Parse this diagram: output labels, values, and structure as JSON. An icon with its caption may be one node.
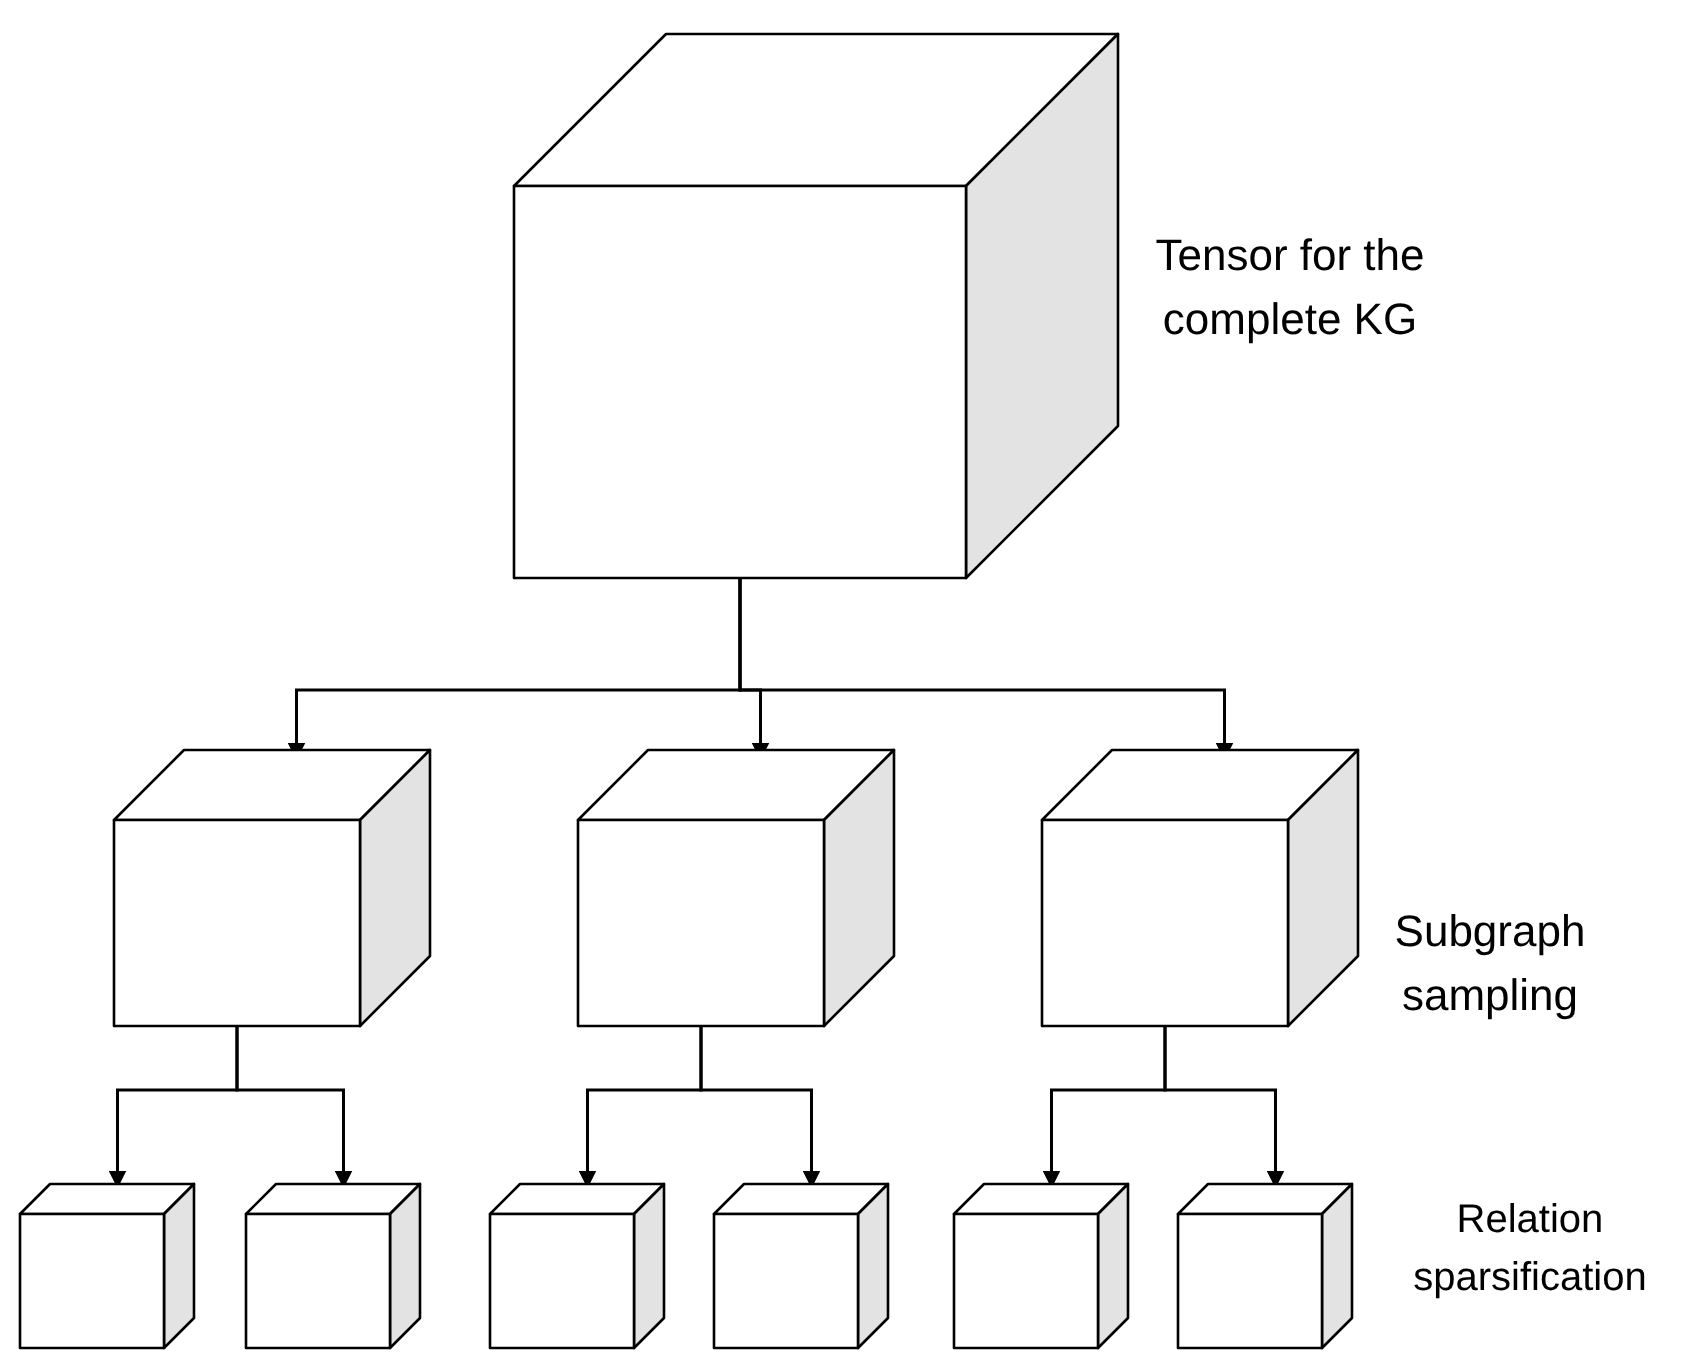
{
  "diagram": {
    "nodes": [
      {
        "text": [],
        "shape": "cube"
      },
      {
        "text": [],
        "shape": "cube"
      },
      {
        "text": [],
        "shape": "cube"
      },
      {
        "text": [],
        "shape": "cube"
      },
      {
        "text": [],
        "shape": "cube"
      },
      {
        "text": [],
        "shape": "cube"
      },
      {
        "text": [],
        "shape": "cube"
      },
      {
        "text": [],
        "shape": "cube"
      },
      {
        "text": [],
        "shape": "cube"
      },
      {
        "text": [],
        "shape": "cube"
      }
    ],
    "edges": [
      {
        "from": 0,
        "to": 1,
        "arrow": "to"
      },
      {
        "from": 0,
        "to": 2,
        "arrow": "to"
      },
      {
        "from": 0,
        "to": 3,
        "arrow": "to"
      },
      {
        "from": 1,
        "to": 4,
        "arrow": "to"
      },
      {
        "from": 1,
        "to": 5,
        "arrow": "to"
      },
      {
        "from": 2,
        "to": 6,
        "arrow": "to"
      },
      {
        "from": 2,
        "to": 7,
        "arrow": "to"
      },
      {
        "from": 3,
        "to": 8,
        "arrow": "to"
      },
      {
        "from": 3,
        "to": 9,
        "arrow": "to"
      }
    ],
    "labels": [
      "Tensor for the complete KG",
      "Subgraph sampling",
      "Relation sparsification"
    ]
  }
}
